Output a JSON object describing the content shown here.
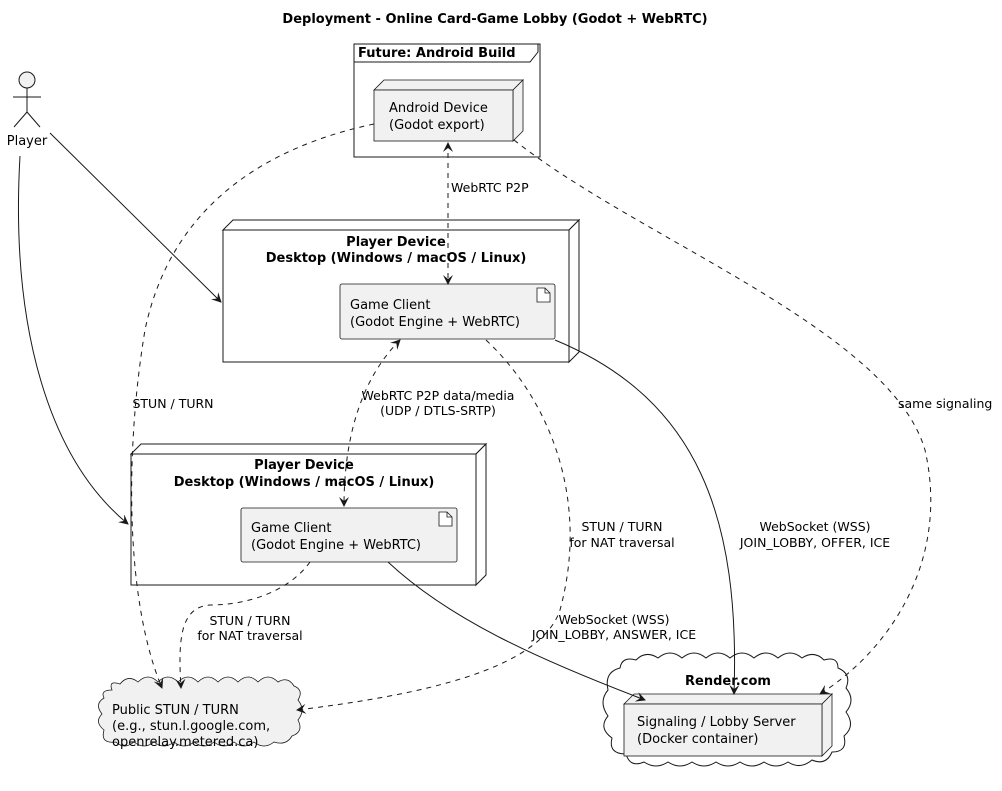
{
  "diagram": {
    "title": "Deployment - Online Card-Game Lobby (Godot + WebRTC)",
    "actor": {
      "label": "Player"
    },
    "android_frame": {
      "title": "Future: Android Build"
    },
    "android_device": {
      "line1": "Android Device",
      "line2": "(Godot export)"
    },
    "player_device_1": {
      "title_line1": "Player Device",
      "title_line2": "Desktop (Windows / macOS / Linux)",
      "client_line1": "Game Client",
      "client_line2": "(Godot Engine + WebRTC)"
    },
    "player_device_2": {
      "title_line1": "Player Device",
      "title_line2": "Desktop (Windows / macOS / Linux)",
      "client_line1": "Game Client",
      "client_line2": "(Godot Engine + WebRTC)"
    },
    "stun_cloud": {
      "line1": "Public STUN / TURN",
      "line2": "(e.g., stun.l.google.com,",
      "line3": "openrelay.metered.ca)"
    },
    "render_cloud": {
      "title": "Render.com",
      "server_line1": "Signaling / Lobby Server",
      "server_line2": "(Docker container)"
    },
    "edges": {
      "webrtc_p2p": "WebRTC P2P",
      "p2p_data_line1": "WebRTC P2P data/media",
      "p2p_data_line2": "(UDP / DTLS-SRTP)",
      "android_stun": "STUN / TURN",
      "same_signaling": "same signaling",
      "client1_stun_line1": "STUN / TURN",
      "client1_stun_line2": "for NAT traversal",
      "client1_ws_line1": "WebSocket (WSS)",
      "client1_ws_line2": "JOIN_LOBBY, OFFER, ICE",
      "client2_stun_line1": "STUN / TURN",
      "client2_stun_line2": "for NAT traversal",
      "client2_ws_line1": "WebSocket (WSS)",
      "client2_ws_line2": "JOIN_LOBBY, ANSWER, ICE"
    }
  }
}
